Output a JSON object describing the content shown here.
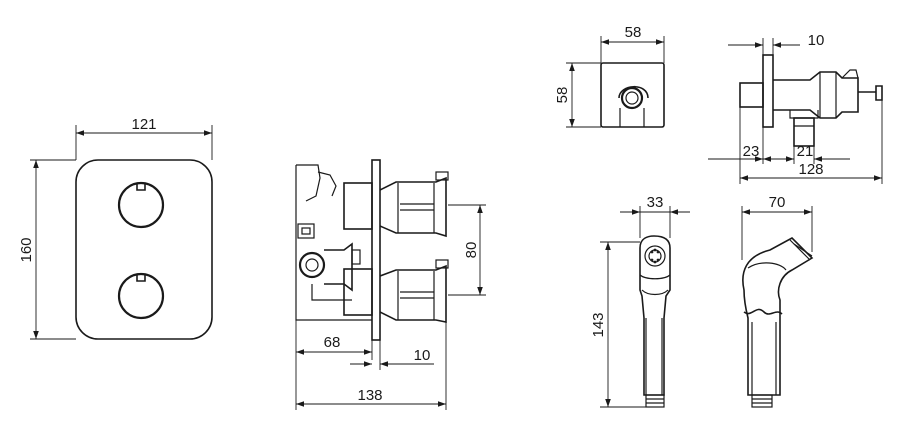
{
  "dimensions": {
    "panel_width": "121",
    "panel_height": "160",
    "valve_spacing": "80",
    "valve_depth": "68",
    "plate_thickness": "10",
    "valve_total_depth": "138",
    "outlet_width": "58",
    "outlet_height": "58",
    "elbow_plate": "10",
    "elbow_a": "23",
    "elbow_b": "21",
    "elbow_total": "128",
    "spray_width": "33",
    "spray_length": "143",
    "spray_side_width": "70"
  }
}
